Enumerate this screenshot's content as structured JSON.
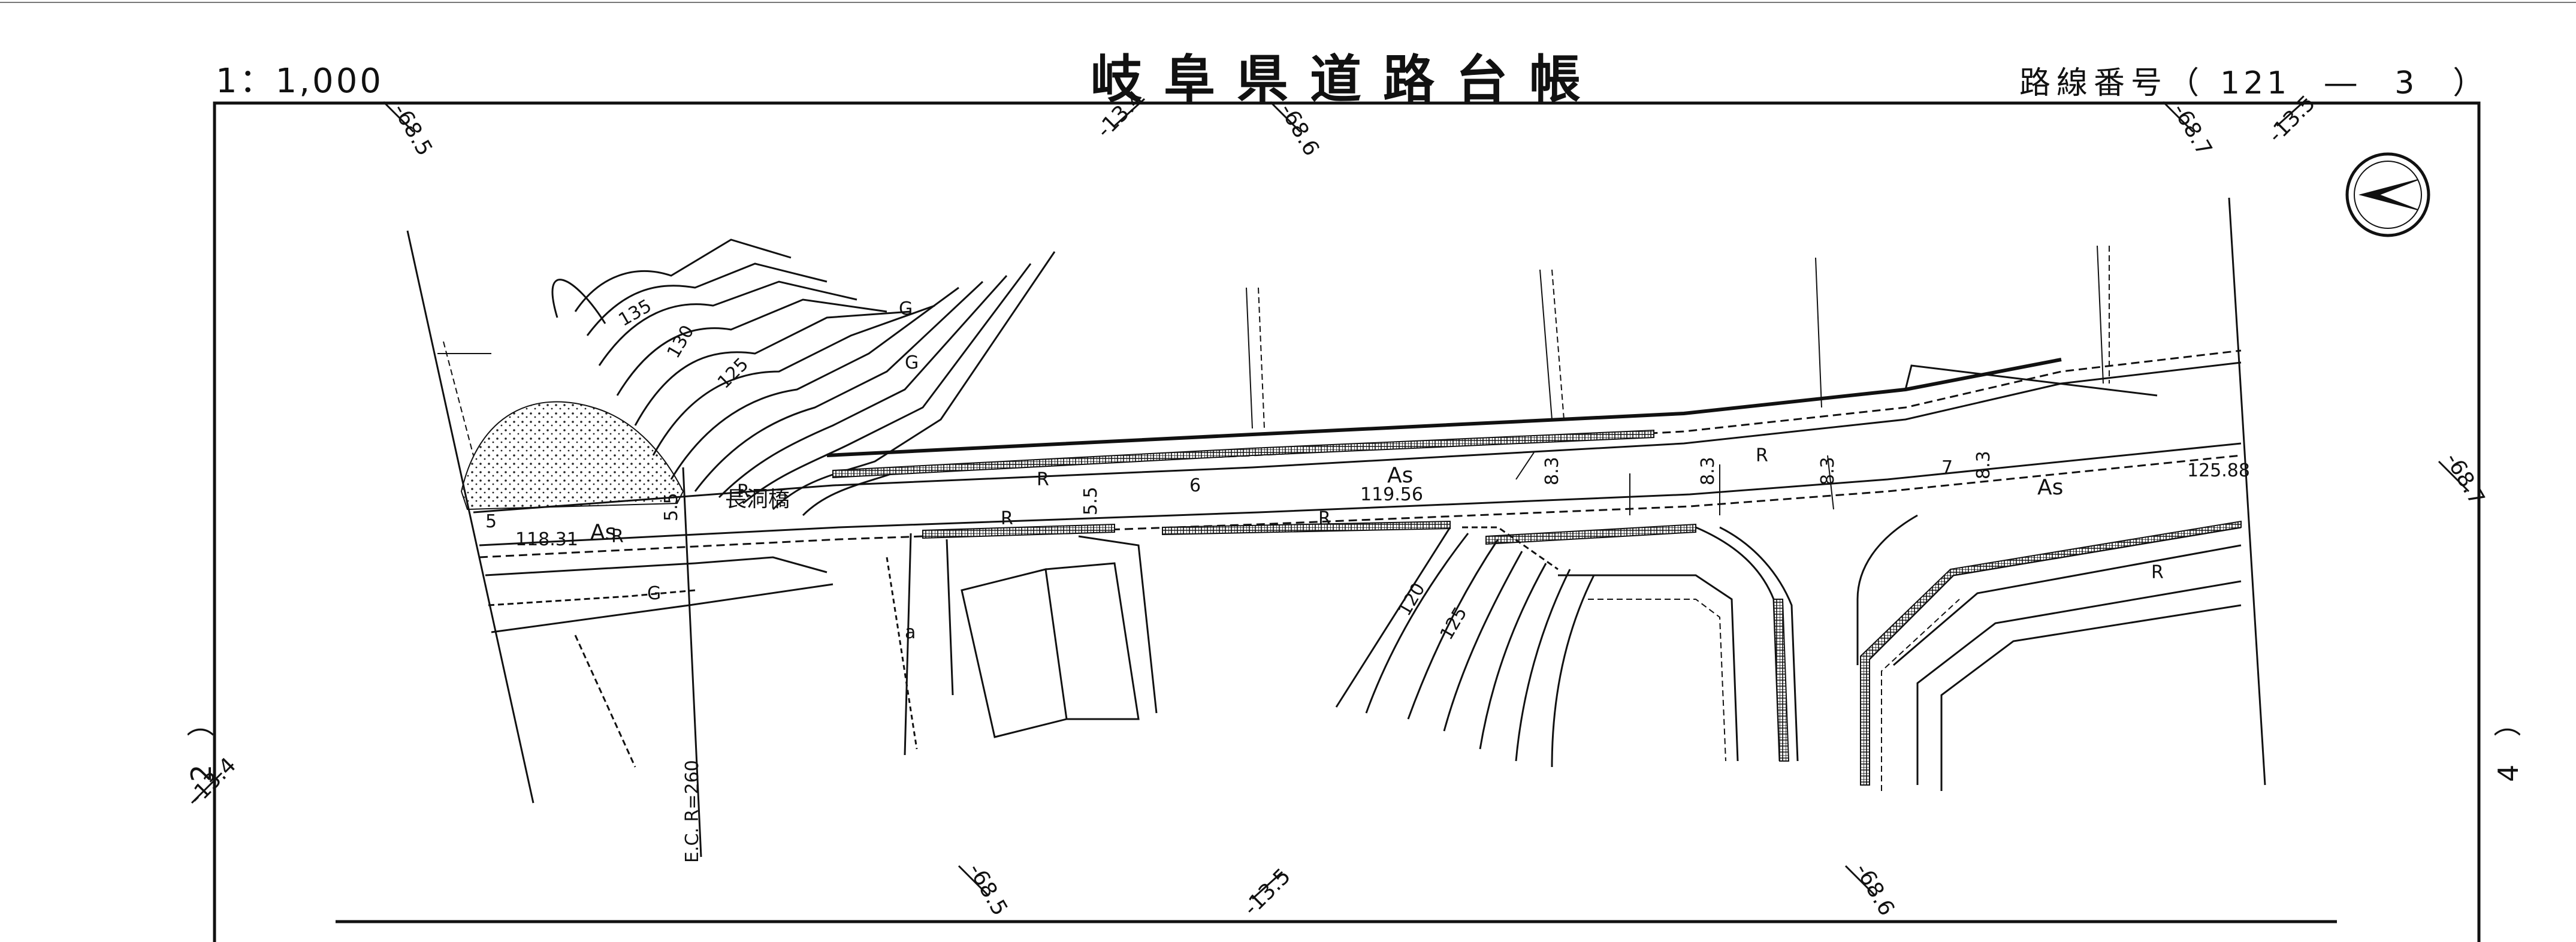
{
  "header": {
    "scale": "1：1,000",
    "title": "岐阜県道路台帳",
    "route_label": "路線番号（",
    "route_value": "121　―　3　）"
  },
  "sheet_edges": {
    "left": "2　）",
    "right": "4　）"
  },
  "grid_labels": {
    "top_1": "-68.5",
    "top_2": "-13.4",
    "top_3": "-68.6",
    "top_4": "-68.7",
    "top_5": "-13.5",
    "right_1": "-68.7",
    "left_1": "-13.4",
    "bottom_1": "-68.5",
    "bottom_2": "-13.5",
    "bottom_3": "-68.6"
  },
  "map_labels": {
    "bridge": "長洞橋",
    "elev_left": "118.31",
    "elev_mid": "119.56",
    "elev_right": "125.88",
    "surface_1": "As",
    "surface_2": "As",
    "surface_3": "As",
    "curve": "E.C. R=260",
    "contour_135": "135",
    "contour_130": "130",
    "contour_125a": "125",
    "contour_120": "120",
    "contour_125b": "125",
    "width_6": "6",
    "width_7": "7",
    "width_5": "5",
    "r_1": "R",
    "r_2": "R",
    "r_3": "R",
    "r_4": "R",
    "r_5": "R",
    "r_6": "R",
    "r_7": "R",
    "g_1": "G",
    "g_2": "G",
    "g_3": "G",
    "field_a": "a",
    "d_1": "8.3",
    "d_2": "8.3",
    "d_3": "8.3",
    "d_4": "8.3",
    "d_5": "5.5",
    "d_6": "5.5"
  }
}
